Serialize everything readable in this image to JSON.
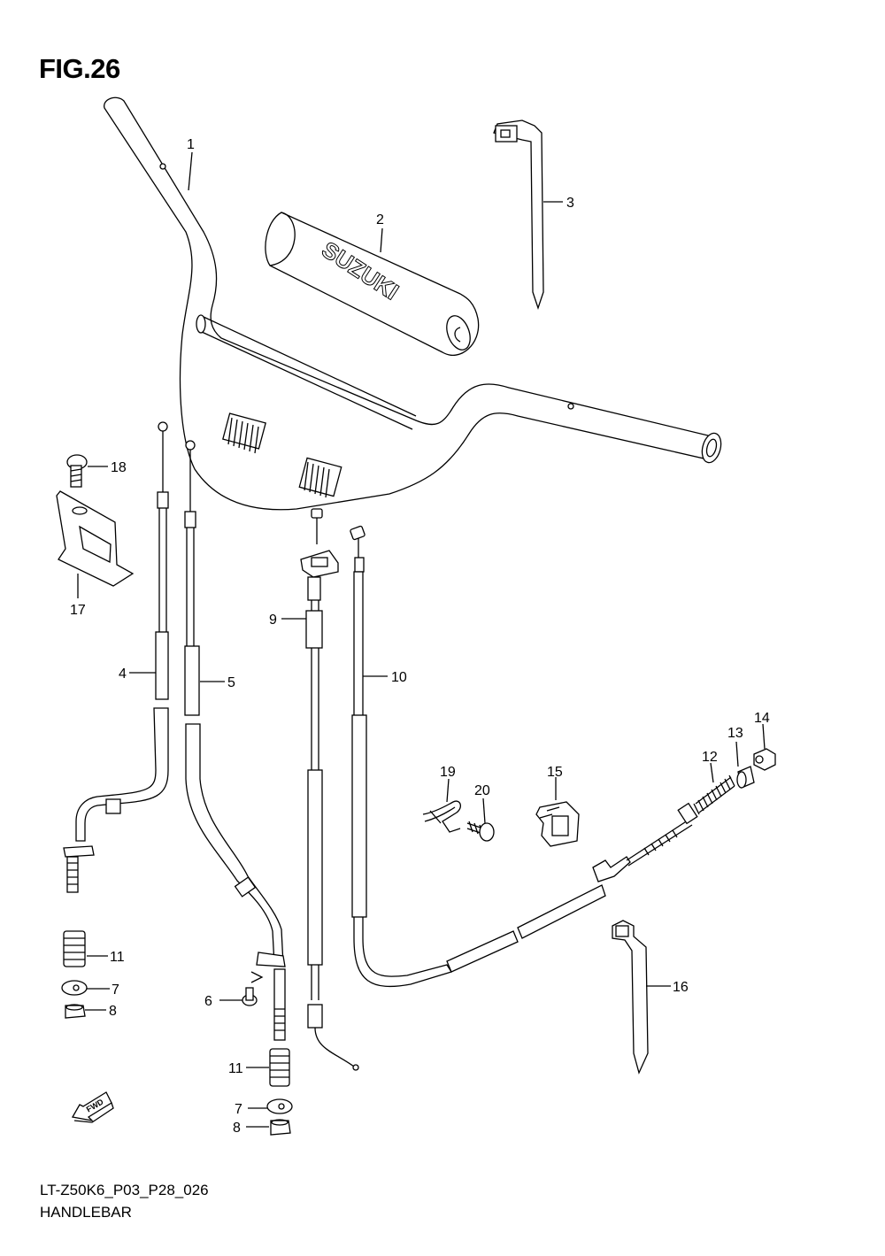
{
  "figure": {
    "title": "FIG.26",
    "model_code": "LT-Z50K6_P03_P28_026",
    "section_name": "HANDLEBAR",
    "pad_brand": "SUZUKI",
    "arrow_text": "FWD"
  },
  "callouts": [
    "1",
    "2",
    "3",
    "4",
    "5",
    "6",
    "7",
    "8",
    "9",
    "10",
    "11",
    "12",
    "13",
    "14",
    "15",
    "16",
    "17",
    "18",
    "19",
    "20",
    "11",
    "7",
    "8"
  ]
}
